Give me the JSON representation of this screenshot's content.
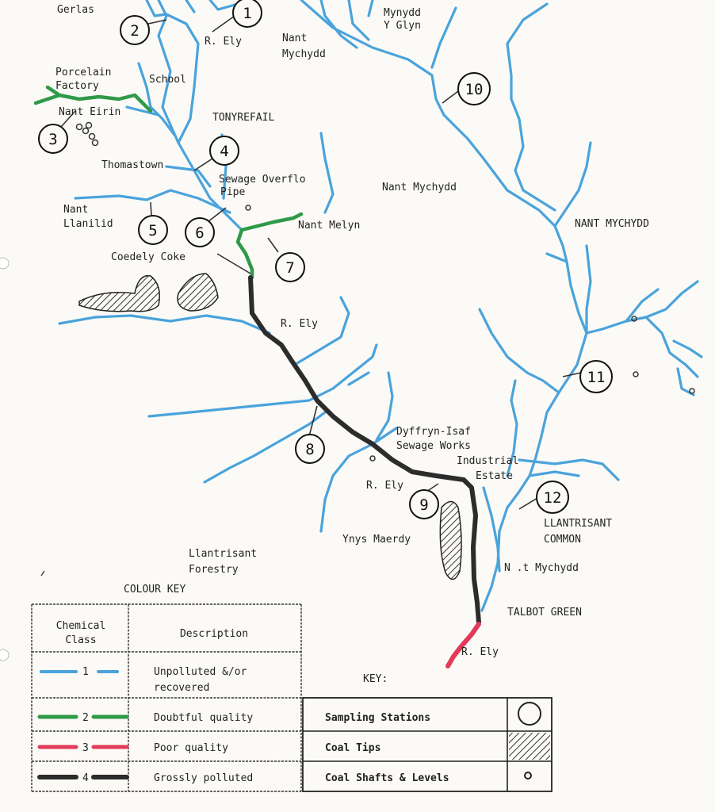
{
  "map_labels": {
    "gerlas": "Gerlas",
    "r_ely_top": "R. Ely",
    "nant_mychydd_top_1": "Nant",
    "nant_mychydd_top_2": "Mychydd",
    "mynydd_1": "Mynydd",
    "mynydd_2": "Y Glyn",
    "porcelain_1": "Porcelain",
    "porcelain_2": "Factory",
    "school": "School",
    "nant_eirin": "Nant Eirin",
    "tonyrefail": "TONYREFAIL",
    "thomastown": "Thomastown",
    "sewage_overflow_1": "Sewage Overflo",
    "sewage_overflow_2": "Pipe",
    "nant_mychydd_mid": "Nant Mychydd",
    "nant_llanilid_1": "Nant",
    "nant_llanilid_2": "Llanilid",
    "nant_melyn": "Nant Melyn",
    "nant_mychydd_right": "NANT MYCHYDD",
    "coedely_coke": "Coedely Coke",
    "r_ely_mid": "R. Ely",
    "dyffryn_1": "Dyffryn-Isaf",
    "dyffryn_2": "Sewage Works",
    "industrial_1": "Industrial",
    "industrial_2": "Estate",
    "r_ely_lower": "R. Ely",
    "llantrisant_common_1": "LLANTRISANT",
    "llantrisant_common_2": "COMMON",
    "ynys_maerdy": "Ynys Maerdy",
    "llantrisant_forestry_1": "Llantrisant",
    "llantrisant_forestry_2": "Forestry",
    "nant_mychydd_bottom": "N .t Mychydd",
    "talbot_green": "TALBOT GREEN",
    "r_ely_bottom": "R. Ely"
  },
  "stations": [
    "1",
    "2",
    "3",
    "4",
    "5",
    "6",
    "7",
    "8",
    "9",
    "10",
    "11",
    "12"
  ],
  "colour_key": {
    "title": "COLOUR KEY",
    "col_class_1": "Chemical",
    "col_class_2": "Class",
    "col_desc": "Description",
    "rows": [
      {
        "num": "1",
        "desc_1": "Unpolluted &/or",
        "desc_2": "recovered",
        "color": "#4aa3dc"
      },
      {
        "num": "2",
        "desc_1": "Doubtful quality",
        "desc_2": "",
        "color": "#2f9a48"
      },
      {
        "num": "3",
        "desc_1": "Poor quality",
        "desc_2": "",
        "color": "#e23b5a"
      },
      {
        "num": "4",
        "desc_1": "Grossly polluted",
        "desc_2": "",
        "color": "#2c2c2c"
      }
    ]
  },
  "key": {
    "title": "KEY:",
    "rows": [
      {
        "label": "Sampling Stations",
        "symbol": "circle"
      },
      {
        "label": "Coal Tips",
        "symbol": "hatch"
      },
      {
        "label": "Coal Shafts & Levels",
        "symbol": "small-circle"
      }
    ]
  }
}
